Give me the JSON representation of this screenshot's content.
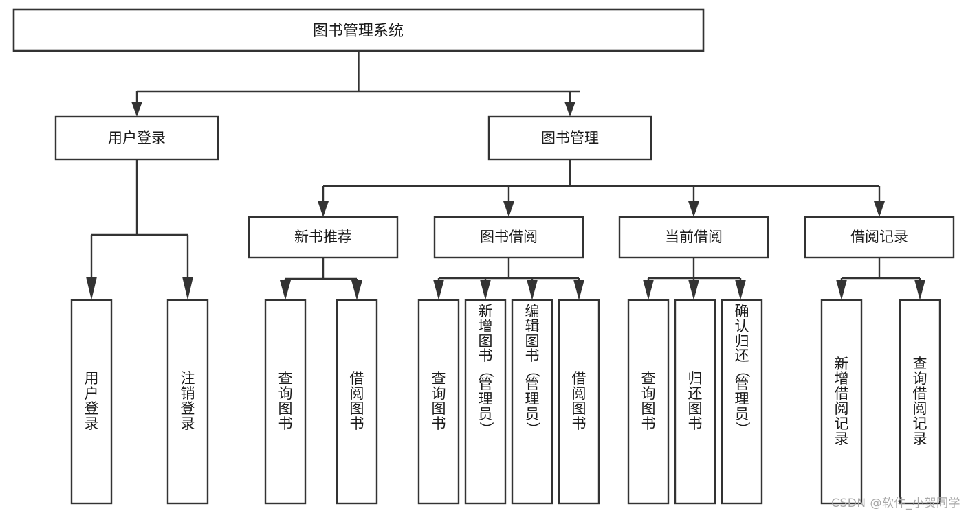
{
  "diagram": {
    "type": "tree-hierarchy",
    "title": "图书管理系统",
    "watermark": "CSDN @软件_小贺同学",
    "colors": {
      "stroke": "#333333",
      "fill": "#ffffff",
      "text": "#1a1a1a",
      "watermark": "#a8a8a8"
    },
    "levels": {
      "root": {
        "label": "图书管理系统"
      },
      "level2": [
        {
          "id": "user-login",
          "label": "用户登录"
        },
        {
          "id": "book-manage",
          "label": "图书管理"
        }
      ],
      "level3": [
        {
          "id": "new-book-recommend",
          "label": "新书推荐"
        },
        {
          "id": "book-borrow",
          "label": "图书借阅"
        },
        {
          "id": "current-borrow",
          "label": "当前借阅"
        },
        {
          "id": "borrow-record",
          "label": "借阅记录"
        }
      ],
      "leaves": [
        {
          "id": "leaf-user-login",
          "label": "用户登录",
          "parent": "user-login"
        },
        {
          "id": "leaf-logout",
          "label": "注销登录",
          "parent": "user-login"
        },
        {
          "id": "leaf-query-book-1",
          "label": "查询图书",
          "parent": "new-book-recommend"
        },
        {
          "id": "leaf-borrow-book-1",
          "label": "借阅图书",
          "parent": "new-book-recommend"
        },
        {
          "id": "leaf-query-book-2",
          "label": "查询图书",
          "parent": "book-borrow"
        },
        {
          "id": "leaf-add-book",
          "label": "新增图书（管理员）",
          "parent": "book-borrow"
        },
        {
          "id": "leaf-edit-book",
          "label": "编辑图书（管理员）",
          "parent": "book-borrow"
        },
        {
          "id": "leaf-borrow-book-2",
          "label": "借阅图书",
          "parent": "book-borrow"
        },
        {
          "id": "leaf-query-book-3",
          "label": "查询图书",
          "parent": "current-borrow"
        },
        {
          "id": "leaf-return-book",
          "label": "归还图书",
          "parent": "current-borrow"
        },
        {
          "id": "leaf-confirm-return",
          "label": "确认归还（管理员）",
          "parent": "current-borrow"
        },
        {
          "id": "leaf-add-record",
          "label": "新增借阅记录",
          "parent": "borrow-record"
        },
        {
          "id": "leaf-query-record",
          "label": "查询借阅记录",
          "parent": "borrow-record"
        }
      ]
    }
  }
}
